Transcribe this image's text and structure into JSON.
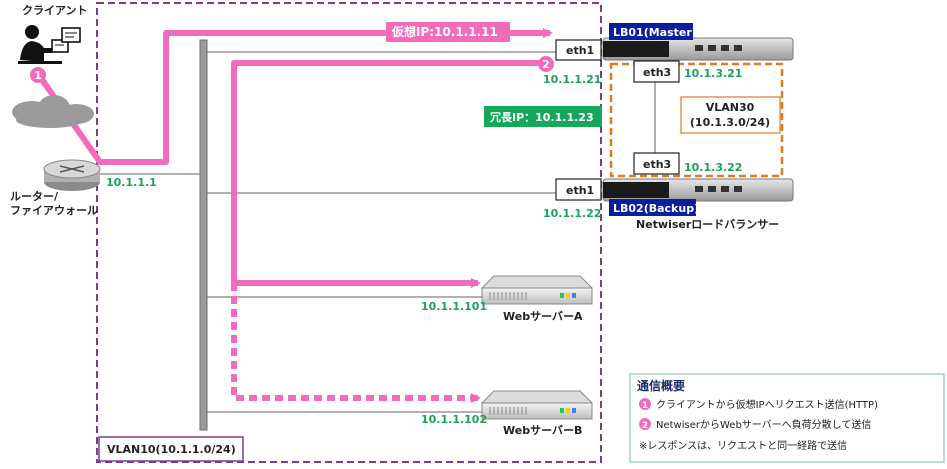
{
  "client": {
    "label": "クライアント"
  },
  "router": {
    "label_line1": "ルーター/",
    "label_line2": "ファイアウォール",
    "ip": "10.1.1.1"
  },
  "virtual_ip": {
    "label": "仮想IP:10.1.1.11"
  },
  "redundant_ip": {
    "label": "冗長IP：10.1.1.23"
  },
  "lb01": {
    "name": "LB01(Master)",
    "eth1_label": "eth1",
    "eth1_ip": "10.1.1.21",
    "eth3_label": "eth3",
    "eth3_ip": "10.1.3.21"
  },
  "lb02": {
    "name": "LB02(Backup)",
    "eth1_label": "eth1",
    "eth1_ip": "10.1.1.22",
    "eth3_label": "eth3",
    "eth3_ip": "10.1.3.22"
  },
  "vlan30": {
    "line1": "VLAN30",
    "line2": "(10.1.3.0/24)"
  },
  "lb_caption": "Netwiserロードバランサー",
  "web_a": {
    "label": "WebサーバーA",
    "ip": "10.1.1.101"
  },
  "web_b": {
    "label": "WebサーバーB",
    "ip": "10.1.1.102"
  },
  "vlan10": {
    "label": "VLAN10(10.1.1.0/24)"
  },
  "steps": {
    "one": "1",
    "two": "2"
  },
  "legend": {
    "title": "通信概要",
    "item1": "クライアントから仮想IPへリクエスト送信(HTTP)",
    "item2": "NetwiserからWebサーバーへ負荷分散して送信",
    "note": "※レスポンスは、リクエストと同一経路で送信"
  },
  "colors": {
    "flow": "#f26bbd",
    "vlan10": "#7a3a9a",
    "vlan30": "#e07b1f",
    "ip_text": "#1aa35b",
    "lb_badge": "#0a1f9e",
    "redundant_bg": "#15a85a"
  }
}
